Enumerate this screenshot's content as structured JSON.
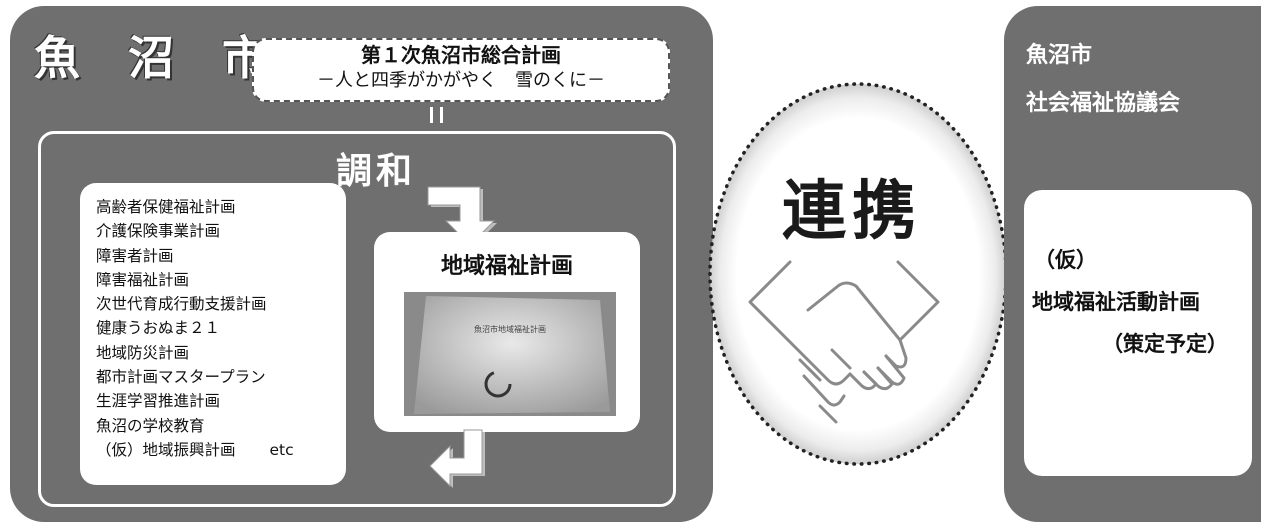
{
  "city": {
    "name": "魚 沼 市",
    "master_plan": {
      "title": "第１次魚沼市総合計画",
      "subtitle": "－人と四季がかがやく　雪のくに－"
    },
    "harmony_label": "調和",
    "related_plans": [
      "高齢者保健福祉計画",
      "介護保険事業計画",
      "障害者計画",
      "障害福祉計画",
      "次世代育成行動支援計画",
      "健康うおぬま２１",
      "地域防災計画",
      "都市計画マスタープラン",
      "生涯学習推進計画",
      "魚沼の学校教育",
      "（仮）地域振興計画"
    ],
    "etc_label": "etc",
    "welfare_plan": {
      "title": "地域福祉計画",
      "booklet_cover_text": "魚沼市地域福祉計画"
    }
  },
  "collaboration": {
    "label": "連携"
  },
  "council": {
    "name_line1": "魚沼市",
    "name_line2": "社会福祉協議会",
    "plan": {
      "provisional": "（仮）",
      "title": "地域福祉活動計画",
      "status": "（策定予定）"
    }
  },
  "colors": {
    "panel_gray": "#6f6f6f",
    "card_white": "#ffffff",
    "text_dark": "#111111"
  }
}
